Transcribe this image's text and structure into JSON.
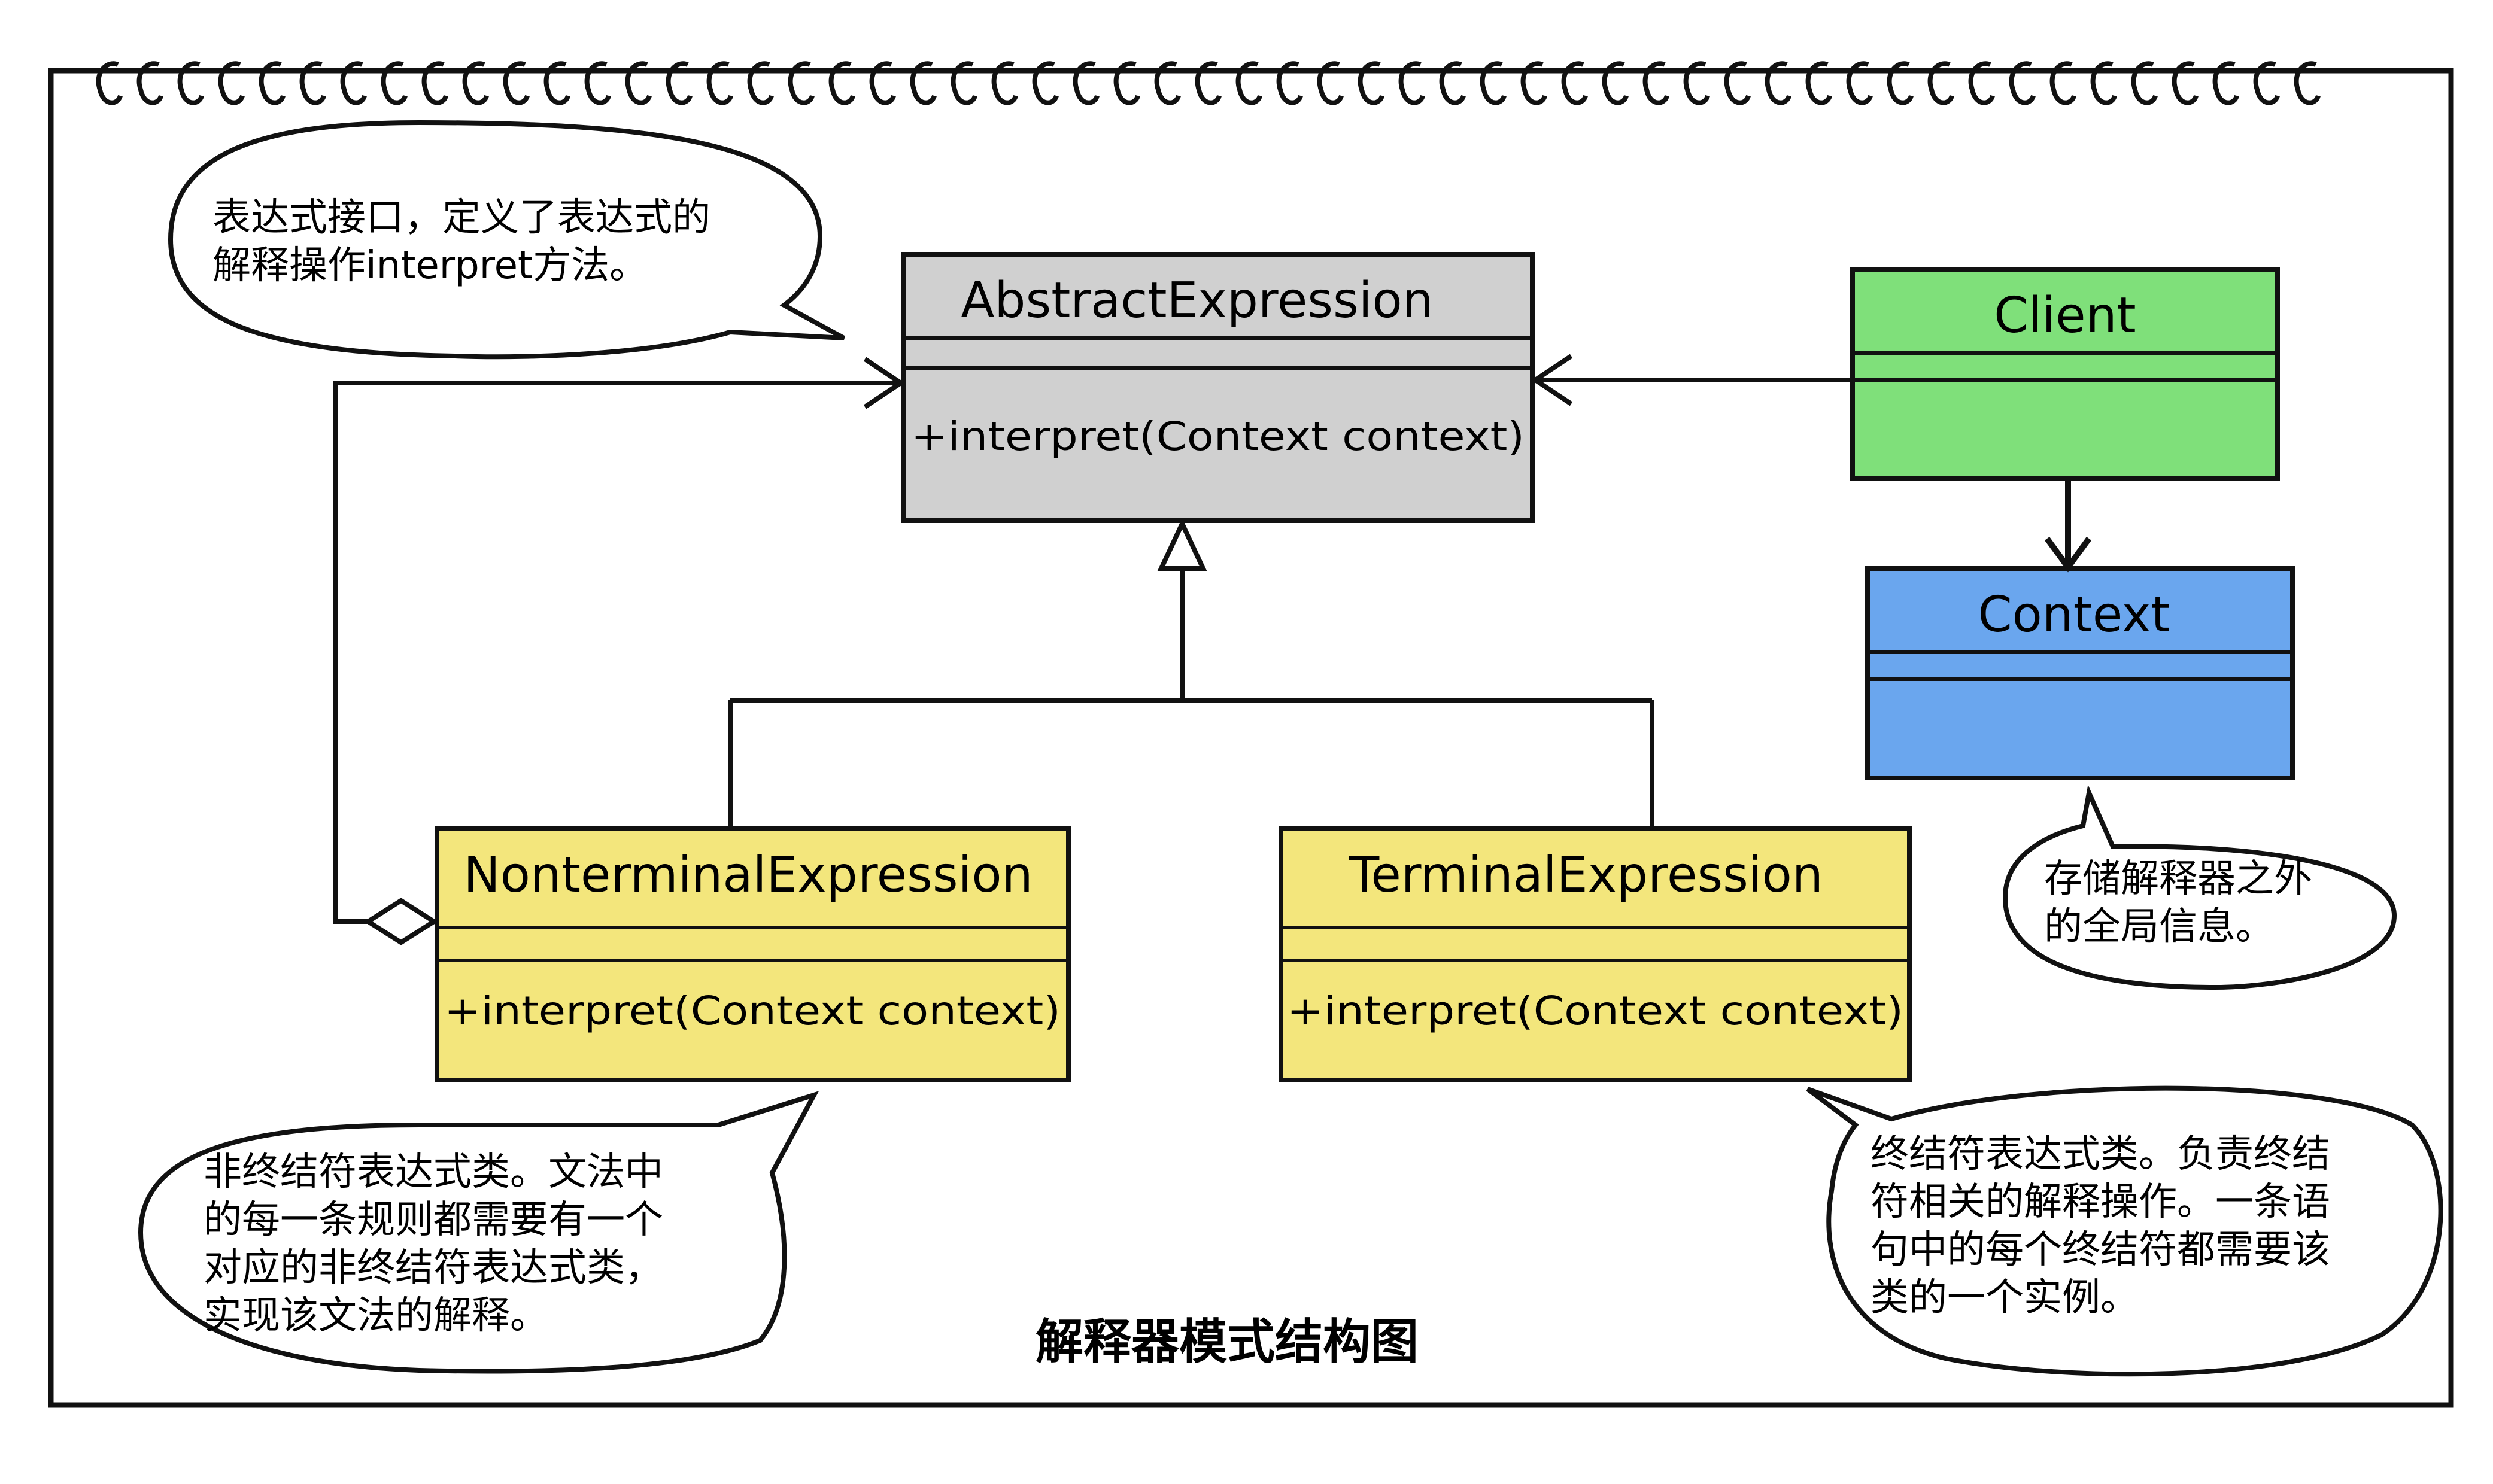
{
  "diagram": {
    "caption": "解释器模式结构图",
    "colors": {
      "abstract_fill": "#d0d0d0",
      "client_fill": "#7fe07a",
      "context_fill": "#6aa6ee",
      "expression_fill": "#f3e67c",
      "ink": "#111111"
    },
    "classes": {
      "abstract": {
        "name": "AbstractExpression",
        "method": "+interpret(Context context)"
      },
      "client": {
        "name": "Client"
      },
      "context": {
        "name": "Context"
      },
      "nonterminal": {
        "name": "NonterminalExpression",
        "method": "+interpret(Context context)"
      },
      "terminal": {
        "name": "TerminalExpression",
        "method": "+interpret(Context context)"
      }
    },
    "notes": {
      "abstract": [
        "表达式接口，定义了表达式的",
        "解释操作interpret方法。"
      ],
      "context": [
        "存储解释器之外",
        "的全局信息。"
      ],
      "nonterminal": [
        "非终结符表达式类。文法中",
        "的每一条规则都需要有一个",
        "对应的非终结符表达式类，",
        "实现该文法的解释。"
      ],
      "terminal": [
        "终结符表达式类。负责终结",
        "符相关的解释操作。一条语",
        "句中的每个终结符都需要该",
        "类的一个实例。"
      ]
    },
    "relations": [
      {
        "from": "Client",
        "to": "AbstractExpression",
        "type": "association"
      },
      {
        "from": "Client",
        "to": "Context",
        "type": "association"
      },
      {
        "from": "NonterminalExpression",
        "to": "AbstractExpression",
        "type": "generalization"
      },
      {
        "from": "TerminalExpression",
        "to": "AbstractExpression",
        "type": "generalization"
      },
      {
        "from": "NonterminalExpression",
        "to": "AbstractExpression",
        "type": "aggregation"
      }
    ]
  }
}
